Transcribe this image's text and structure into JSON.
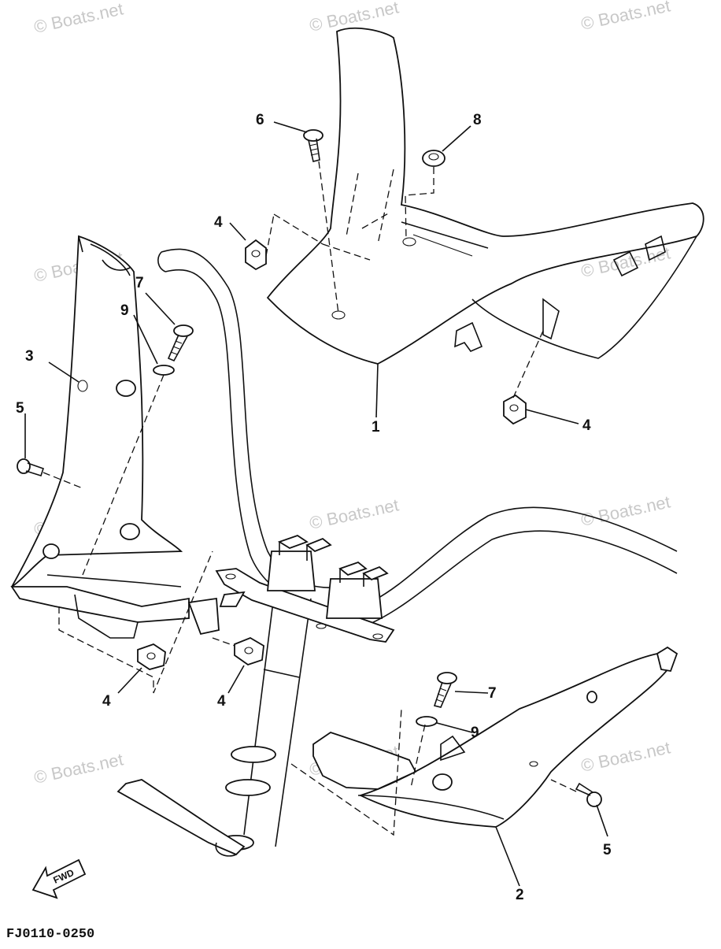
{
  "watermark": "© Boats.net",
  "drawing_code": "FJ0110-0250",
  "fwd_label": "FWD",
  "callouts": [
    {
      "id": "c1",
      "text": "1"
    },
    {
      "id": "c2",
      "text": "2"
    },
    {
      "id": "c3",
      "text": "3"
    },
    {
      "id": "c4a",
      "text": "4"
    },
    {
      "id": "c4b",
      "text": "4"
    },
    {
      "id": "c4c",
      "text": "4"
    },
    {
      "id": "c4d",
      "text": "4"
    },
    {
      "id": "c5a",
      "text": "5"
    },
    {
      "id": "c5b",
      "text": "5"
    },
    {
      "id": "c6",
      "text": "6"
    },
    {
      "id": "c7a",
      "text": "7"
    },
    {
      "id": "c7b",
      "text": "7"
    },
    {
      "id": "c8",
      "text": "8"
    },
    {
      "id": "c9a",
      "text": "9"
    },
    {
      "id": "c9b",
      "text": "9"
    }
  ]
}
